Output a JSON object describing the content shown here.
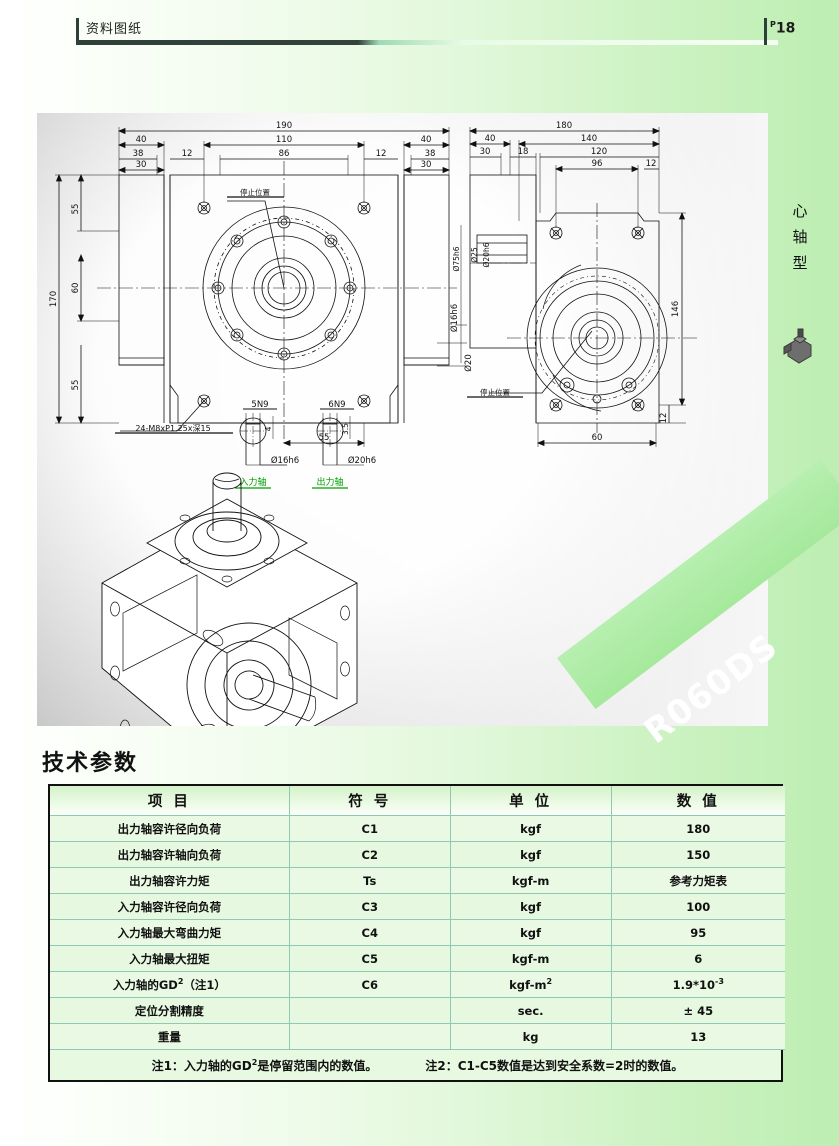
{
  "header": {
    "title": "资料图纸",
    "page_prefix": "P",
    "page_number": "18"
  },
  "sidebar": {
    "type_chars": [
      "心",
      "轴",
      "型"
    ],
    "thumb_icon": "gearbox-thumb-icon"
  },
  "drawing": {
    "model_label": "R060DS",
    "front_view": {
      "top_dims": [
        "190",
        "110",
        "40",
        "38",
        "12",
        "86",
        "12",
        "38",
        "40",
        "30",
        "30"
      ],
      "left_dims": [
        "170",
        "55",
        "60",
        "55"
      ],
      "bottom_dims": [
        "55"
      ],
      "right_dims": [
        "Ø16h6",
        "Ø20"
      ],
      "annotations": [
        "停止位置",
        "24-M8xP1.25x深15"
      ]
    },
    "side_view": {
      "top_dims": [
        "180",
        "40",
        "140",
        "30",
        "18",
        "120",
        "96",
        "12"
      ],
      "right_dims": [
        "146",
        "12"
      ],
      "bottom_dims": [
        "60"
      ],
      "left_dims": [
        "Ø75h6",
        "Ø25",
        "Ø20h6"
      ],
      "annotations": [
        "停止位置"
      ]
    },
    "keyway_details": [
      {
        "key": "5N9",
        "depth": "",
        "shaft": "Ø16h6",
        "label": "入力轴"
      },
      {
        "key": "6N9",
        "depth": "3.5",
        "shaft": "Ø20h6",
        "label": "出力轴"
      }
    ],
    "accent_color": "#00a000"
  },
  "spec": {
    "title": "技术参数",
    "columns": [
      "项  目",
      "符  号",
      "单  位",
      "数  值"
    ],
    "rows": [
      {
        "item": "出力轴容许径向负荷",
        "symbol": "C1",
        "unit": "kgf",
        "value": "180"
      },
      {
        "item": "出力轴容许轴向负荷",
        "symbol": "C2",
        "unit": "kgf",
        "value": "150"
      },
      {
        "item": "出力轴容许力矩",
        "symbol": "Ts",
        "unit": "kgf-m",
        "value": "参考力矩表"
      },
      {
        "item": "入力轴容许径向负荷",
        "symbol": "C3",
        "unit": "kgf",
        "value": "100"
      },
      {
        "item": "入力轴最大弯曲力矩",
        "symbol": "C4",
        "unit": "kgf",
        "value": "95"
      },
      {
        "item": "入力轴最大扭矩",
        "symbol": "C5",
        "unit": "kgf-m",
        "value": "6"
      },
      {
        "item": "入力轴的GD²（注1）",
        "symbol": "C6",
        "unit": "kgf-m²",
        "value": "1.9*10-3"
      },
      {
        "item": "定位分割精度",
        "symbol": "",
        "unit": "sec.",
        "value": "± 45"
      },
      {
        "item": "重量",
        "symbol": "",
        "unit": "kg",
        "value": "13"
      }
    ],
    "note1": "注1：入力轴的GD²是停留范围内的数值。",
    "note2": "注2：C1-C5数值是达到安全系数=2时的数值。"
  }
}
